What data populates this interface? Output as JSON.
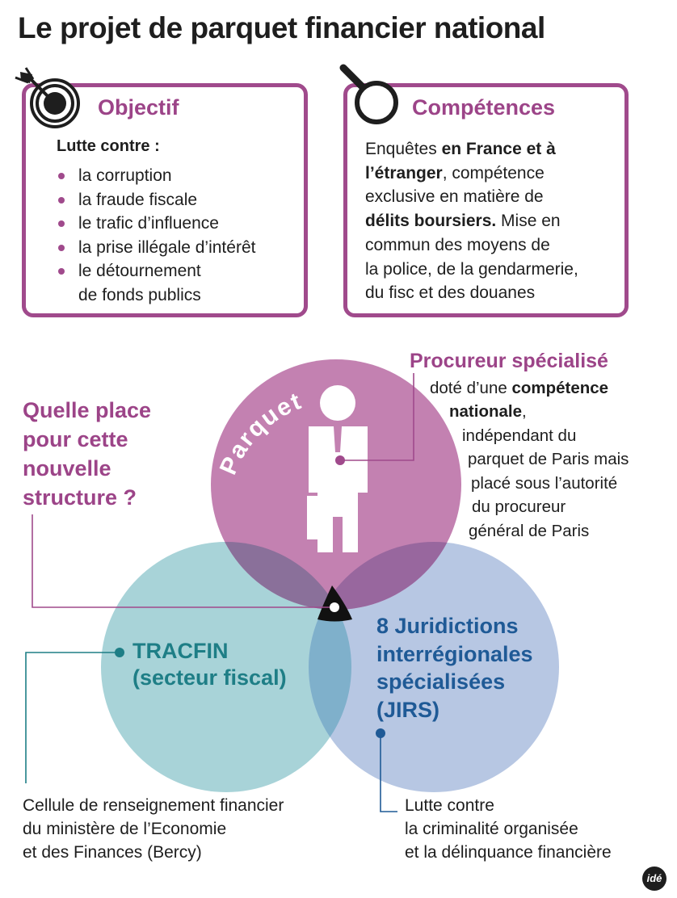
{
  "title": "Le projet de parquet financier national",
  "objectif": {
    "title": "Objectif",
    "intro": "Lutte contre :",
    "items": [
      "la corruption",
      "la fraude fiscale",
      "le trafic d’influence",
      "la prise illégale d’intérêt",
      "le détournement",
      "de fonds publics"
    ]
  },
  "competences": {
    "title": "Compétences",
    "lines": {
      "l1a": "Enquêtes ",
      "l1b": "en France et à",
      "l2a": "l’étranger",
      "l2b": ", compétence",
      "l3": "exclusive en matière de",
      "l4a": "délits boursiers.",
      "l4b": " Mise en",
      "l5": "commun des moyens de",
      "l6": "la police, de la gendarmerie,",
      "l7": "du fisc et des douanes"
    }
  },
  "question": {
    "l1": "Quelle place",
    "l2": "pour cette",
    "l3": "nouvelle",
    "l4": "structure ?"
  },
  "parquet_label": "Parquet",
  "procureur": {
    "title": "Procureur spécialisé",
    "l1a": "doté d’une ",
    "l1b": "compétence",
    "l2a": "nationale",
    "l2b": ",",
    "l3": "indépendant du",
    "l4": "parquet de Paris mais",
    "l5": "placé sous l’autorité",
    "l6": "du procureur",
    "l7": "général de Paris"
  },
  "tracfin": {
    "l1": "TRACFIN",
    "l2": "(secteur fiscal)",
    "desc1": "Cellule de renseignement financier",
    "desc2": "du ministère de l’Economie",
    "desc3": "et des Finances (Bercy)"
  },
  "jirs": {
    "l1": "8 Juridictions",
    "l2": "interrégionales",
    "l3": "spécialisées",
    "l4": "(JIRS)",
    "desc1": "Lutte contre",
    "desc2": "la criminalité organisée",
    "desc3": "et la délinquance financière"
  },
  "logo": "idé",
  "colors": {
    "purple": "#a04a8c",
    "teal": "#1e7e86",
    "blue": "#1f5a96",
    "parquet_circle": "#c381b1",
    "tracfin_circle": "#a8d3d8",
    "jirs_circle": "#b7c7e3"
  }
}
